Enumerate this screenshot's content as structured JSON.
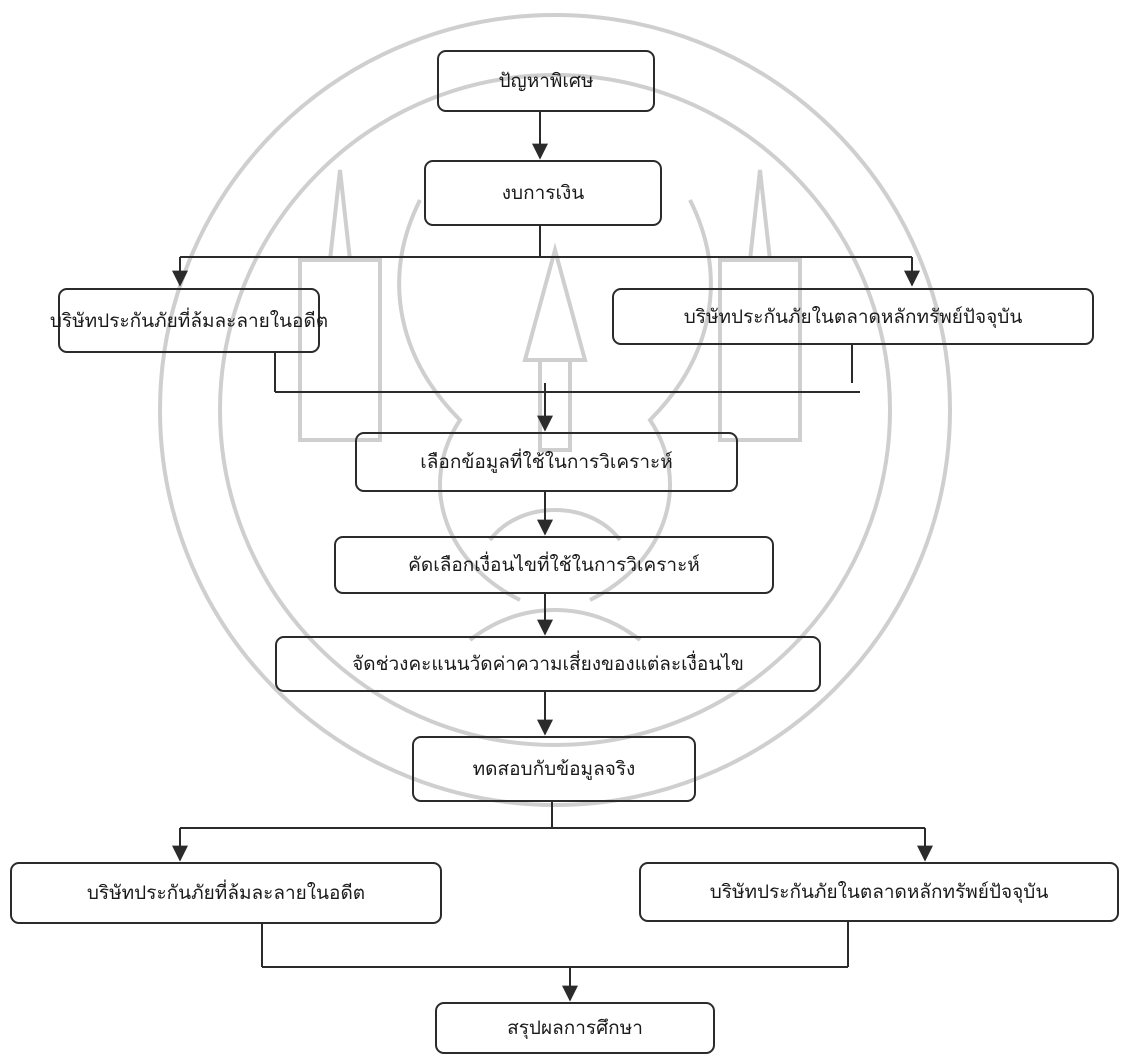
{
  "flowchart": {
    "nodes": {
      "special_problem": "ปัญหาพิเศษ",
      "financial_statements": "งบการเงิน",
      "bankrupt_insurers_past_1": "บริษัทประกันภัยที่ล้มละลายในอดีต",
      "listed_insurers_current_1": "บริษัทประกันภัยในตลาดหลักทรัพย์ปัจจุบัน",
      "select_data": "เลือกข้อมูลที่ใช้ในการวิเคราะห์",
      "select_conditions": "คัดเลือกเงื่อนไขที่ใช้ในการวิเคราะห์",
      "risk_scoring": "จัดช่วงคะแนนวัดค่าความเสี่ยงของแต่ละเงื่อนไข",
      "test_real_data": "ทดสอบกับข้อมูลจริง",
      "bankrupt_insurers_past_2": "บริษัทประกันภัยที่ล้มละลายในอดีต",
      "listed_insurers_current_2": "บริษัทประกันภัยในตลาดหลักทรัพย์ปัจจุบัน",
      "conclusion": "สรุปผลการศึกษา"
    },
    "colors": {
      "stroke": "#2b2b2b",
      "text": "#1a1a1a",
      "watermark": "#c8c8c8"
    }
  }
}
